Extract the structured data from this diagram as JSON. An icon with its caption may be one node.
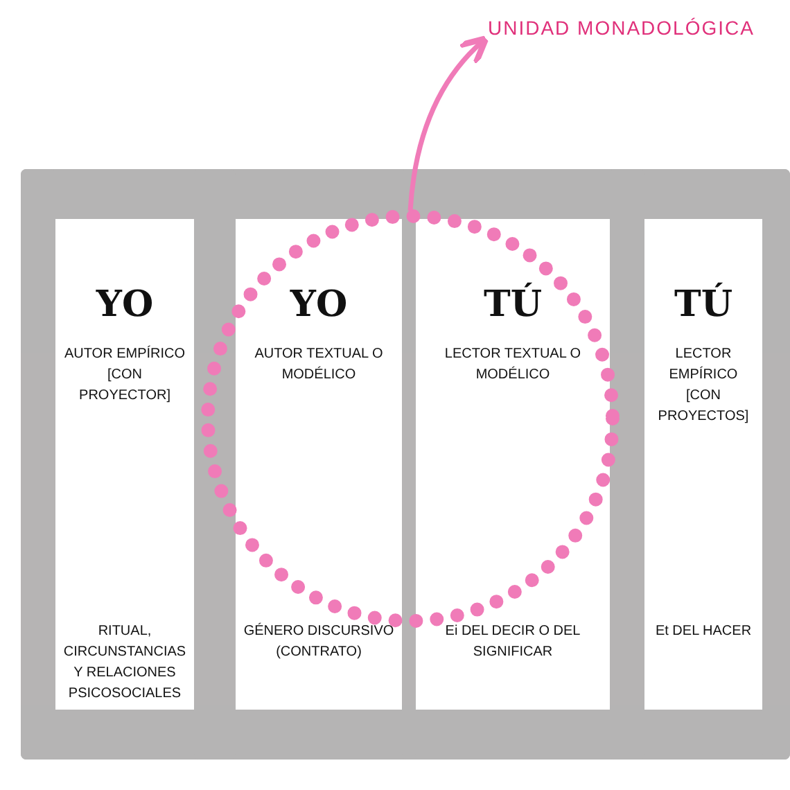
{
  "diagram": {
    "nodes": [
      {
        "text": [
          "UNIDAD MONADOLÓGICA"
        ]
      },
      {
        "text": [
          "YO",
          "AUTOR EMPÍRICO [CON PROYECTOR]",
          "RITUAL, CIRCUNSTANCIAS Y RELACIONES PSICOSOCIALES"
        ]
      },
      {
        "text": [
          "YO",
          "AUTOR TEXTUAL O MODÉLICO",
          "GÉNERO DISCURSIVO (CONTRATO)"
        ]
      },
      {
        "text": [
          "TÚ",
          "LECTOR TEXTUAL O MODÉLICO",
          "Ei DEL DECIR O DEL SIGNIFICAR"
        ]
      },
      {
        "text": [
          "TÚ",
          "LECTOR EMPÍRICO [CON PROYECTOS]",
          "Et DEL HACER"
        ]
      },
      {
        "text": [],
        "shape": "circle"
      }
    ],
    "edges": [
      {
        "from": 5,
        "to": 0,
        "arrow": "to"
      }
    ]
  }
}
